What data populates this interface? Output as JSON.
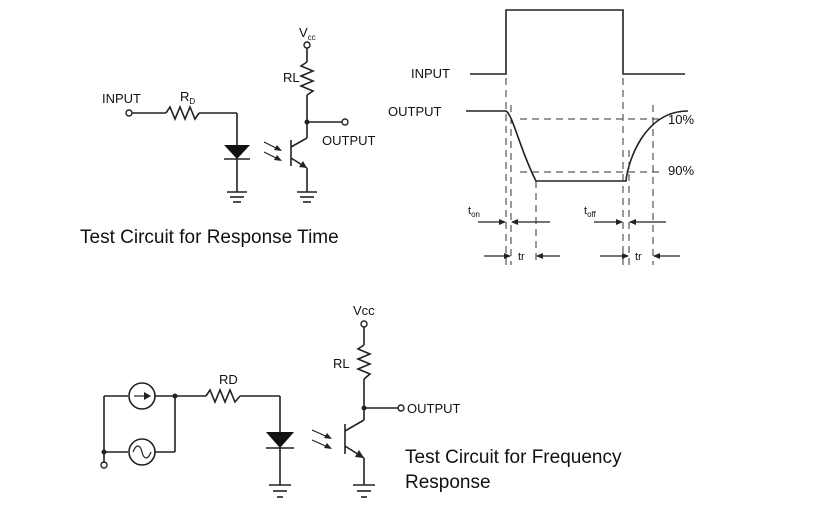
{
  "circuit_response_time": {
    "vcc_main": "V",
    "vcc_sub": "cc",
    "input_label": "INPUT",
    "rd_main": "R",
    "rd_sub": "D",
    "rl_label": "RL",
    "output_label": "OUTPUT",
    "caption": "Test Circuit for Response Time"
  },
  "waveform": {
    "input_label": "INPUT",
    "output_label": "OUTPUT",
    "pct_10": "10%",
    "pct_90": "90%",
    "ton_main": "t",
    "ton_sub": "on",
    "toff_main": "t",
    "toff_sub": "off",
    "tr_left": "tr",
    "tr_right": "tr"
  },
  "circuit_frequency": {
    "vcc_label": "Vcc",
    "rd_label": "RD",
    "rl_label": "RL",
    "output_label": "OUTPUT",
    "caption_line1": "Test Circuit for Frequency",
    "caption_line2": "Response"
  }
}
